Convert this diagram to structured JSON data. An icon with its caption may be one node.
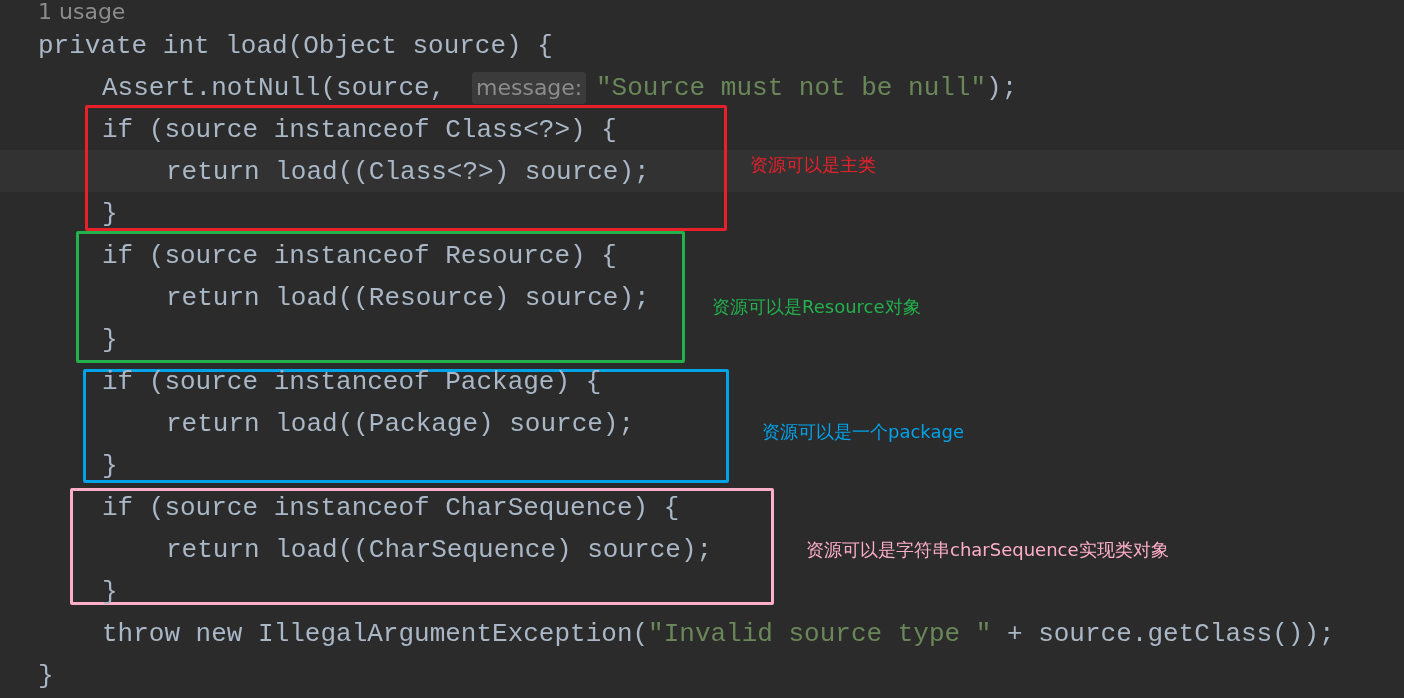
{
  "diagram": {
    "nodes": [
      {
        "text": [
          "if (source instanceof Class<?>) {",
          "return load((Class<?>) source);",
          "}"
        ],
        "beside": [
          "资源可以是主类"
        ]
      },
      {
        "text": [
          "if (source instanceof Resource) {",
          "return load((Resource) source);",
          "}"
        ],
        "beside": [
          "资源可以是Resource对象"
        ]
      },
      {
        "text": [
          "if (source instanceof Package) {",
          "return load((Package) source);",
          "}"
        ],
        "beside": [
          "资源可以是一个package"
        ]
      },
      {
        "text": [
          "if (source instanceof CharSequence) {",
          "return load((CharSequence) source);",
          "}"
        ],
        "beside": [
          "资源可以是字符串charSequence实现类对象"
        ]
      }
    ],
    "labels": [
      "1 usage",
      "private int load(Object source) {",
      "Assert.notNull(source,",
      "message:",
      "\"Source must not be null\");",
      "throw new IllegalArgumentException(\"Invalid source type \" + source.getClass());",
      "}"
    ]
  }
}
